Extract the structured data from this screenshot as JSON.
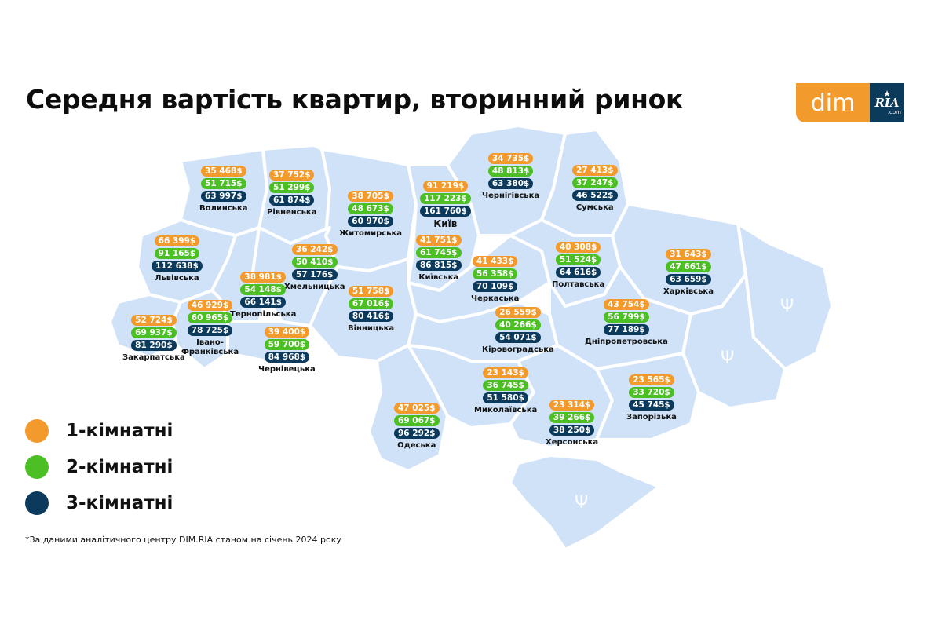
{
  "header": {
    "title": "Середня вартість квартир, вторинний ринок"
  },
  "logo": {
    "left_text": "dim",
    "right_text": "RIA",
    "right_suffix": ".com",
    "star": "★"
  },
  "legend": {
    "items": [
      {
        "label": "1-кімнатні",
        "color": "#f39a2c"
      },
      {
        "label": "2-кімнатні",
        "color": "#4cbf25"
      },
      {
        "label": "3-кімнатні",
        "color": "#0b3a5c"
      }
    ]
  },
  "footnote": "*За даними аналітичного центру DIM.RIA станом на січень 2024 року",
  "colors": {
    "one_room": "#f39a2c",
    "two_room": "#4cbf25",
    "three_room": "#0b3a5c",
    "map_fill": "#cfe2f7",
    "map_border": "#ffffff"
  },
  "regions": [
    {
      "name": "Волинська",
      "p1": "35 468$",
      "p2": "51 715$",
      "p3": "63 997$"
    },
    {
      "name": "Рівненська",
      "p1": "37 752$",
      "p2": "51 299$",
      "p3": "61 874$"
    },
    {
      "name": "Житомирська",
      "p1": "38 705$",
      "p2": "48 673$",
      "p3": "60 970$"
    },
    {
      "name": "Київ",
      "p1": "91 219$",
      "p2": "117 223$",
      "p3": "161 760$"
    },
    {
      "name": "Чернігівська",
      "p1": "34 735$",
      "p2": "48 813$",
      "p3": "63 380$"
    },
    {
      "name": "Сумська",
      "p1": "27 413$",
      "p2": "37 247$",
      "p3": "46 522$"
    },
    {
      "name": "Львівська",
      "p1": "66 399$",
      "p2": "91 165$",
      "p3": "112 638$"
    },
    {
      "name": "Хмельницька",
      "p1": "36 242$",
      "p2": "50 410$",
      "p3": "57 176$"
    },
    {
      "name": "Тернопільська",
      "p1": "38 981$",
      "p2": "54 148$",
      "p3": "66 141$"
    },
    {
      "name": "Київська",
      "p1": "41 751$",
      "p2": "61 745$",
      "p3": "86 815$"
    },
    {
      "name": "Черкаська",
      "p1": "41 433$",
      "p2": "56 358$",
      "p3": "70 109$"
    },
    {
      "name": "Полтавська",
      "p1": "40 308$",
      "p2": "51 524$",
      "p3": "64 616$"
    },
    {
      "name": "Харківська",
      "p1": "31 643$",
      "p2": "47 661$",
      "p3": "63 659$"
    },
    {
      "name": "Івано-\nФранківська",
      "p1": "46 929$",
      "p2": "60 965$",
      "p3": "78 725$"
    },
    {
      "name": "Закарпатська",
      "p1": "52 724$",
      "p2": "69 937$",
      "p3": "81 290$"
    },
    {
      "name": "Чернівецька",
      "p1": "39 400$",
      "p2": "59 700$",
      "p3": "84 968$"
    },
    {
      "name": "Вінницька",
      "p1": "51 758$",
      "p2": "67 016$",
      "p3": "80 416$"
    },
    {
      "name": "Кіровоградська",
      "p1": "26 559$",
      "p2": "40 266$",
      "p3": "54 071$"
    },
    {
      "name": "Дніпропетровська",
      "p1": "43 754$",
      "p2": "56 799$",
      "p3": "77 189$"
    },
    {
      "name": "Миколаївська",
      "p1": "23 143$",
      "p2": "36 745$",
      "p3": "51 580$"
    },
    {
      "name": "Одеська",
      "p1": "47 025$",
      "p2": "69 067$",
      "p3": "96 292$"
    },
    {
      "name": "Херсонська",
      "p1": "23 314$",
      "p2": "39 266$",
      "p3": "38 250$"
    },
    {
      "name": "Запорізька",
      "p1": "23 565$",
      "p2": "33 720$",
      "p3": "45 745$"
    }
  ],
  "chart_data": {
    "type": "table",
    "title": "Середня вартість квартир, вторинний ринок",
    "subtitle": "*За даними аналітичного центру DIM.RIA станом на січень 2024 року",
    "unit": "USD",
    "series_names": [
      "1-кімнатні",
      "2-кімнатні",
      "3-кімнатні"
    ],
    "categories": [
      "Волинська",
      "Рівненська",
      "Житомирська",
      "Київ",
      "Чернігівська",
      "Сумська",
      "Львівська",
      "Хмельницька",
      "Тернопільська",
      "Київська",
      "Черкаська",
      "Полтавська",
      "Харківська",
      "Івано-Франківська",
      "Закарпатська",
      "Чернівецька",
      "Вінницька",
      "Кіровоградська",
      "Дніпропетровська",
      "Миколаївська",
      "Одеська",
      "Херсонська",
      "Запорізька"
    ],
    "series": [
      {
        "name": "1-кімнатні",
        "values": [
          35468,
          37752,
          38705,
          91219,
          34735,
          27413,
          66399,
          36242,
          38981,
          41751,
          41433,
          40308,
          31643,
          46929,
          52724,
          39400,
          51758,
          26559,
          43754,
          23143,
          47025,
          23314,
          23565
        ]
      },
      {
        "name": "2-кімнатні",
        "values": [
          51715,
          51299,
          48673,
          117223,
          48813,
          37247,
          91165,
          50410,
          54148,
          61745,
          56358,
          51524,
          47661,
          60965,
          69937,
          59700,
          67016,
          40266,
          56799,
          36745,
          69067,
          39266,
          33720
        ]
      },
      {
        "name": "3-кімнатні",
        "values": [
          63997,
          61874,
          60970,
          161760,
          63380,
          46522,
          112638,
          57176,
          66141,
          86815,
          70109,
          64616,
          63659,
          78725,
          81290,
          84968,
          80416,
          54071,
          77189,
          51580,
          96292,
          38250,
          45745
        ]
      }
    ],
    "legend_position": "left"
  }
}
